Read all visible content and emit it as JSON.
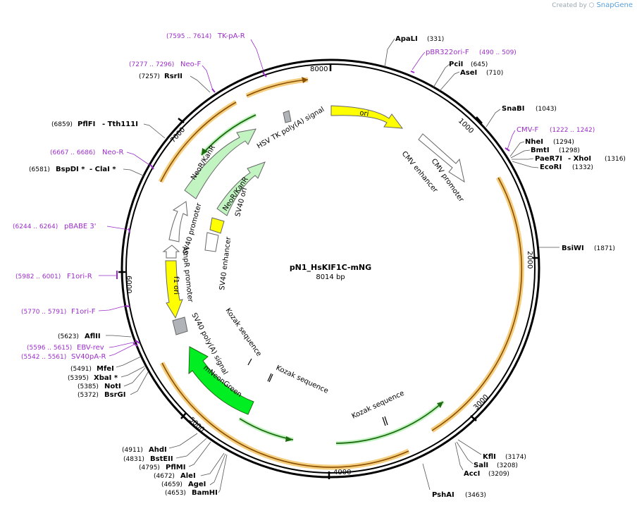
{
  "watermark": {
    "created_by": "Created by",
    "brand": "SnapGene"
  },
  "plasmid": {
    "name": "pN1_HsKIF1C-mNG",
    "size_label": "8014 bp",
    "length": 8014
  },
  "colors": {
    "enzyme": "#000000",
    "primer": "#9b2ec8",
    "ori": "#ffff00",
    "resistance": "#c2f4c2",
    "mneongreen": "#00ee22",
    "highlight": "#f3c56a",
    "misc": "#b0b4b8",
    "promoter": "#ffffff"
  },
  "ticks": [
    "1000",
    "2000",
    "3000",
    "4000",
    "5000",
    "6000",
    "7000",
    "8000"
  ],
  "sites": [
    {
      "name": "ApaLI",
      "pos": "(331)",
      "type": "enzyme"
    },
    {
      "name": "pBR322ori-F",
      "pos": "(490 .. 509)",
      "type": "primer"
    },
    {
      "name": "PciI",
      "pos": "(645)",
      "type": "enzyme"
    },
    {
      "name": "AseI",
      "pos": "(710)",
      "type": "enzyme"
    },
    {
      "name": "SnaBI",
      "pos": "(1043)",
      "type": "enzyme"
    },
    {
      "name": "CMV-F",
      "pos": "(1222 .. 1242)",
      "type": "primer"
    },
    {
      "name": "NheI",
      "pos": "(1294)",
      "type": "enzyme"
    },
    {
      "name": "BmtI",
      "pos": "(1298)",
      "type": "enzyme"
    },
    {
      "name": "PaeR7I",
      "name2": "- XhoI",
      "pos": "(1316)",
      "type": "enzyme"
    },
    {
      "name": "EcoRI",
      "pos": "(1332)",
      "type": "enzyme"
    },
    {
      "name": "BsiWI",
      "pos": "(1871)",
      "type": "enzyme"
    },
    {
      "name": "KflI",
      "pos": "(3174)",
      "type": "enzyme"
    },
    {
      "name": "SalI",
      "pos": "(3208)",
      "type": "enzyme"
    },
    {
      "name": "AccI",
      "pos": "(3209)",
      "type": "enzyme"
    },
    {
      "name": "PshAI",
      "pos": "(3463)",
      "type": "enzyme"
    },
    {
      "name": "AhdI",
      "pos": "(4911)",
      "type": "enzyme"
    },
    {
      "name": "BstEII",
      "pos": "(4831)",
      "type": "enzyme"
    },
    {
      "name": "PflMI",
      "pos": "(4795)",
      "type": "enzyme"
    },
    {
      "name": "AleI",
      "pos": "(4672)",
      "type": "enzyme"
    },
    {
      "name": "AgeI",
      "pos": "(4659)",
      "type": "enzyme"
    },
    {
      "name": "BamHI",
      "pos": "(4653)",
      "type": "enzyme"
    },
    {
      "name": "BsrGI",
      "pos": "(5372)",
      "type": "enzyme"
    },
    {
      "name": "NotI",
      "pos": "(5385)",
      "type": "enzyme"
    },
    {
      "name": "XbaI *",
      "pos": "(5395)",
      "type": "enzyme"
    },
    {
      "name": "MfeI",
      "pos": "(5491)",
      "type": "enzyme"
    },
    {
      "name": "SV40pA-R",
      "pos": "(5542 .. 5561)",
      "type": "primer"
    },
    {
      "name": "EBV-rev",
      "pos": "(5596 .. 5615)",
      "type": "primer"
    },
    {
      "name": "AflII",
      "pos": "(5623)",
      "type": "enzyme"
    },
    {
      "name": "F1ori-F",
      "pos": "(5770 .. 5791)",
      "type": "primer"
    },
    {
      "name": "F1ori-R",
      "pos": "(5982 .. 6001)",
      "type": "primer"
    },
    {
      "name": "pBABE 3'",
      "pos": "(6244 .. 6264)",
      "type": "primer"
    },
    {
      "name": "BspDI *",
      "name2": "- ClaI *",
      "pos": "(6581)",
      "type": "enzyme"
    },
    {
      "name": "Neo-R",
      "pos": "(6667 .. 6686)",
      "type": "primer"
    },
    {
      "name": "PflFI",
      "name2": "- Tth111I",
      "pos": "(6859)",
      "type": "enzyme"
    },
    {
      "name": "RsrII",
      "pos": "(7257)",
      "type": "enzyme"
    },
    {
      "name": "Neo-F",
      "pos": "(7277 .. 7296)",
      "type": "primer"
    },
    {
      "name": "TK-pA-R",
      "pos": "(7595 .. 7614)",
      "type": "primer"
    }
  ],
  "features": [
    {
      "label": "ori",
      "kind": "ori"
    },
    {
      "label": "CMV promoter",
      "kind": "promoter"
    },
    {
      "label": "CMV enhancer",
      "kind": "plain"
    },
    {
      "label": "HSV TK poly(A) signal",
      "kind": "misc"
    },
    {
      "label": "NeoR/KanR",
      "kind": "resistance"
    },
    {
      "label": "NeoR/KanR",
      "kind": "resistance"
    },
    {
      "label": "SV40 ori",
      "kind": "ori"
    },
    {
      "label": "SV40 enhancer",
      "kind": "promoter"
    },
    {
      "label": "SV40 promoter",
      "kind": "promoter"
    },
    {
      "label": "AmpR promoter",
      "kind": "promoter"
    },
    {
      "label": "f1 ori",
      "kind": "ori"
    },
    {
      "label": "SV40 poly(A) signal",
      "kind": "misc"
    },
    {
      "label": "mNeonGreen",
      "kind": "mneongreen"
    },
    {
      "label": "Kozak sequence",
      "kind": "plain"
    },
    {
      "label": "Kozak sequence",
      "kind": "plain"
    },
    {
      "label": "Kozak sequence",
      "kind": "plain"
    }
  ]
}
